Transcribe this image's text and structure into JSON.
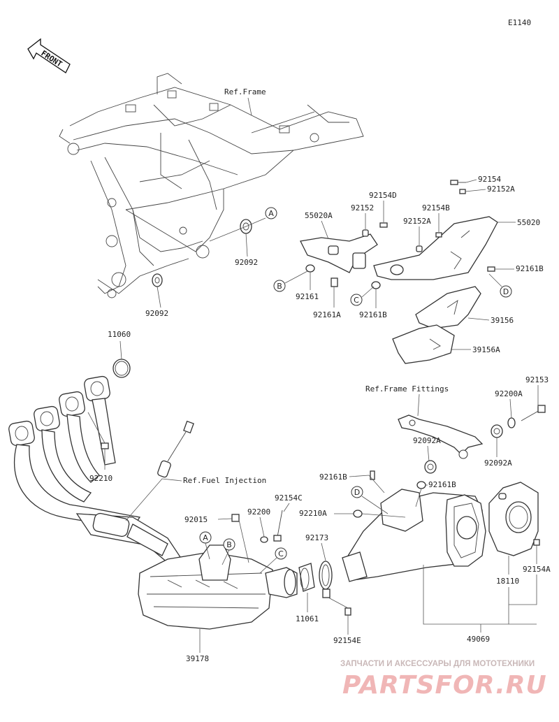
{
  "diagram_code": "E1140",
  "front_label": "FRONT",
  "ref_labels": {
    "frame": "Ref.Frame",
    "frame_fittings": "Ref.Frame Fittings",
    "fuel_injection": "Ref.Fuel Injection"
  },
  "part_numbers": {
    "p92154": "92154",
    "p92152A": "92152A",
    "p92154D": "92154D",
    "p92152": "92152",
    "p55020A": "55020A",
    "p92154B": "92154B",
    "p92152A_2": "92152A",
    "p55020": "55020",
    "p92161B_1": "92161B",
    "p92092_1": "92092",
    "p92161": "92161",
    "p92161A": "92161A",
    "p92161B_2": "92161B",
    "p39156": "39156",
    "p92092_2": "92092",
    "p39156A": "39156A",
    "p11060": "11060",
    "p92153": "92153",
    "p92200A": "92200A",
    "p92092A_1": "92092A",
    "p92210": "92210",
    "p92092A_2": "92092A",
    "p92161B_3": "92161B",
    "p92161B_4": "92161B",
    "p92154C": "92154C",
    "p92015": "92015",
    "p92200": "92200",
    "p92210A": "92210A",
    "p92173": "92173",
    "p92154A": "92154A",
    "p18110": "18110",
    "p11061": "11061",
    "p92154E": "92154E",
    "p49069": "49069",
    "p39178": "39178"
  },
  "callouts": {
    "A": "A",
    "B": "B",
    "C": "C",
    "D": "D"
  },
  "watermark": {
    "tagline": "ЗАПЧАСТИ И АКСЕССУАРЫ ДЛЯ МОТОТЕХНИКИ",
    "brand": "PARTSFOR.RU"
  }
}
